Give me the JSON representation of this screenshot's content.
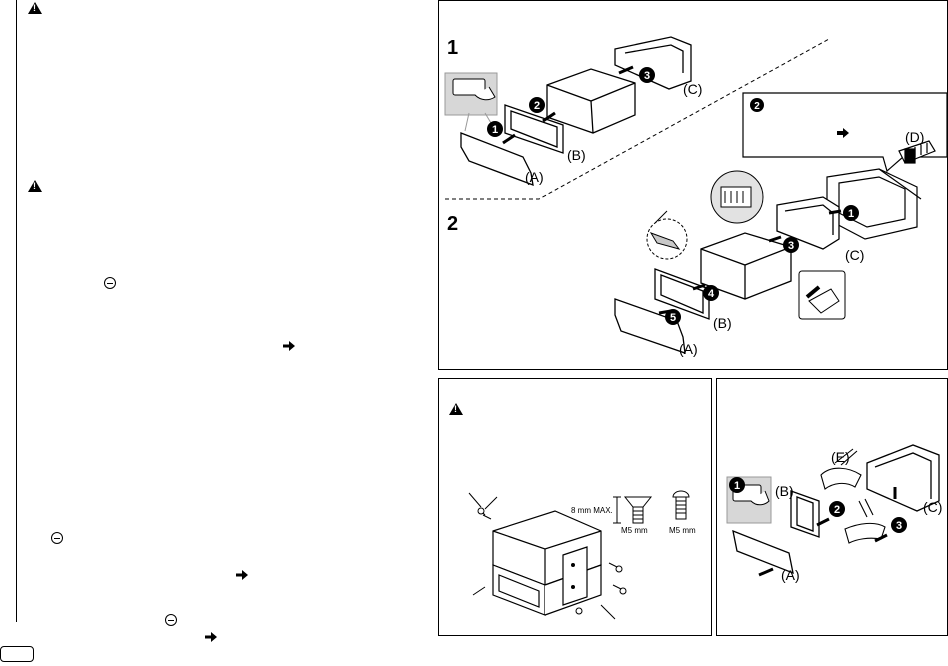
{
  "install_panel": {
    "step1": "1",
    "step2": "2",
    "labels": {
      "A1": "(A)",
      "B1": "(B)",
      "C1": "(C)",
      "D": "(D)",
      "A2": "(A)",
      "B2": "(B)",
      "C2": "(C)"
    }
  },
  "screw_panel": {
    "max_label": "8 mm MAX.",
    "screw1": "M5 mm",
    "screw2": "M5 mm"
  },
  "remove_panel": {
    "labels": {
      "E": "(E)",
      "B": "(B)",
      "A": "(A)",
      "C": "(C)"
    }
  },
  "icons": [
    "warning-icon",
    "minus-circle-icon",
    "arrow-right-icon",
    "number-badge-icon"
  ]
}
